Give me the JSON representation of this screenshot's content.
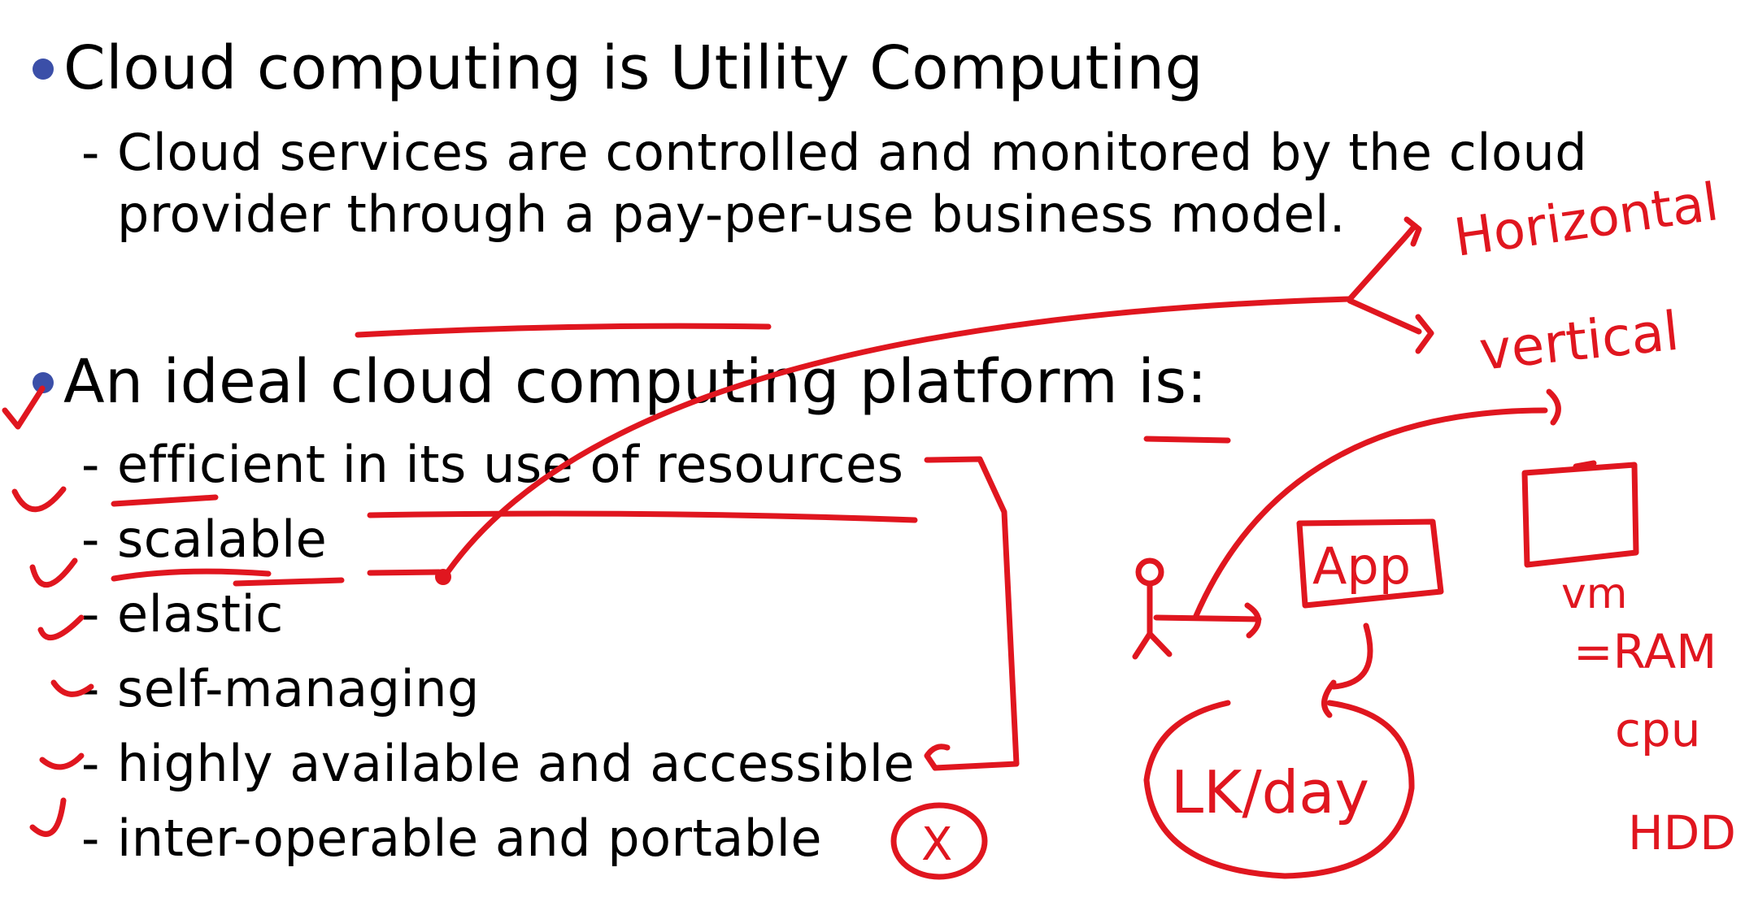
{
  "slide": {
    "bullets": [
      {
        "text": "Cloud computing is Utility Computing",
        "subitems": [
          "Cloud services are controlled and monitored by the cloud provider through a pay-per-use business model."
        ]
      },
      {
        "text": "An ideal cloud computing platform is:",
        "subitems": [
          "efficient in its use of resources",
          "scalable",
          "elastic",
          "self-managing",
          "highly available and accessible",
          "inter-operable and portable"
        ]
      }
    ],
    "dash": "-"
  },
  "annotations": {
    "ink_color": "#e0161f",
    "bullet_color": "#3b4fa8",
    "handwritten": {
      "horizontal": "Horizontal",
      "vertical": "vertical",
      "app": "App",
      "traffic": "LK/day",
      "vm": "vm",
      "ram": "=RAM",
      "cpu": "cpu",
      "hdd": "HDD",
      "cross_mark": "X"
    }
  }
}
